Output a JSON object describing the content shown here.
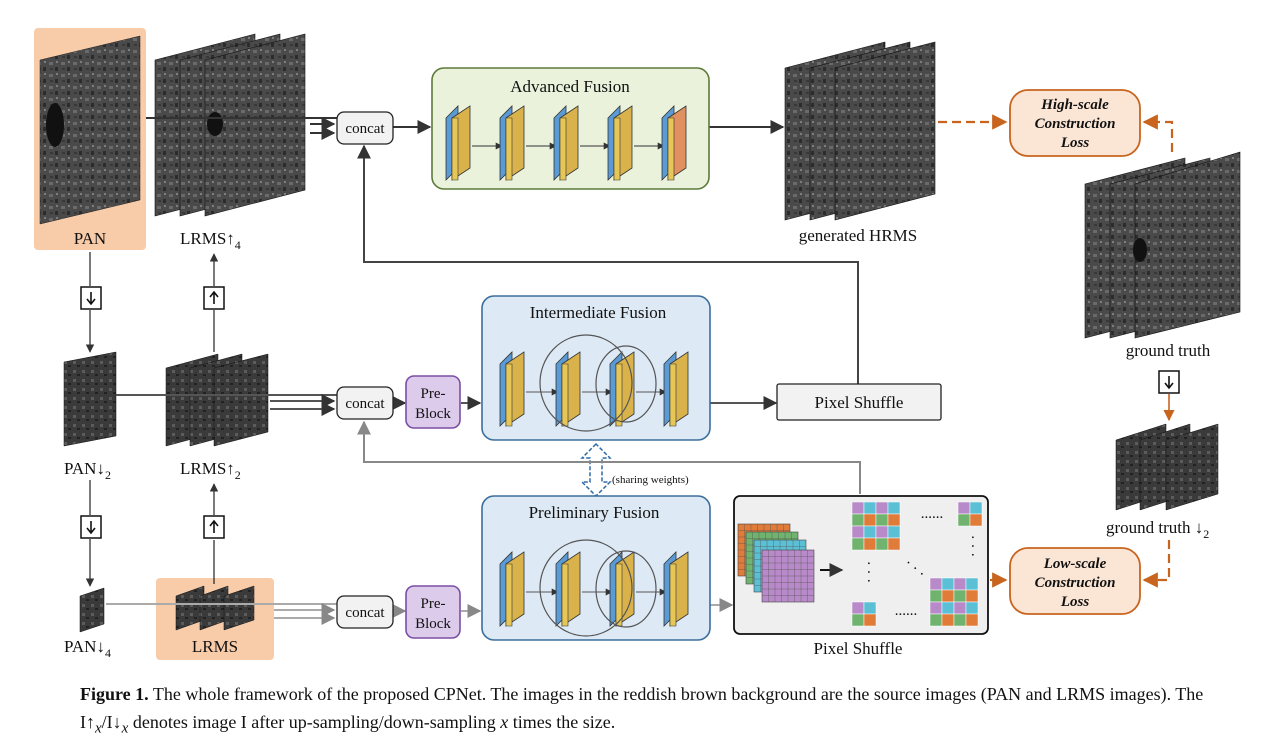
{
  "labels": {
    "pan": "PAN",
    "lrms_up4": "LRMS↑",
    "lrms_up4_sub": "4",
    "generated": "generated HRMS",
    "ground_truth": "ground truth",
    "ground_truth_down2": "ground truth ↓",
    "ground_truth_down2_sub": "2",
    "pan_down2": "PAN↓",
    "pan_down2_sub": "2",
    "lrms_up2": "LRMS↑",
    "lrms_up2_sub": "2",
    "pan_down4": "PAN↓",
    "pan_down4_sub": "4",
    "lrms": "LRMS",
    "sharing_weights": "(sharing weights)",
    "pixel_shuffle_bottom": "Pixel Shuffle",
    "dots_h": "......",
    "dots_v": "· · ·"
  },
  "blocks": {
    "concat": "concat",
    "advanced_fusion": "Advanced Fusion",
    "intermediate_fusion": "Intermediate Fusion",
    "preliminary_fusion": "Preliminary Fusion",
    "pre_block_line1": "Pre-",
    "pre_block_line2": "Block",
    "pixel_shuffle": "Pixel Shuffle"
  },
  "losses": {
    "high": [
      "High-scale",
      "Construction",
      "Loss"
    ],
    "low": [
      "Low-scale",
      "Construction",
      "Loss"
    ]
  },
  "caption": {
    "figure_label": "Figure 1.",
    "text_1": " The whole framework of the proposed CPNet. The images in the reddish brown background are the source images (PAN and LRMS images). The I↑",
    "sub_x1": "x",
    "text_2": "/I↓",
    "sub_x2": "x",
    "text_3": " denotes image I after up-sampling/down-sampling ",
    "italic_x": "x",
    "text_4": " times the size."
  },
  "colors": {
    "source_bg": "#f8cba9",
    "advanced_fill": "#eaf2dc",
    "advanced_stroke": "#5d7a3a",
    "fusion_fill": "#dde9f5",
    "fusion_stroke": "#3c6e9c",
    "preblock_fill": "#dccbea",
    "preblock_stroke": "#7b4ea3",
    "loss_fill": "#fbe6d6",
    "loss_stroke": "#c8641e",
    "arrow_orange": "#c8641e",
    "conv_blue": "#5b9bd5",
    "conv_yellow": "#e6c657",
    "conv_gold": "#d9b24c",
    "conv_orange": "#e0915f"
  }
}
